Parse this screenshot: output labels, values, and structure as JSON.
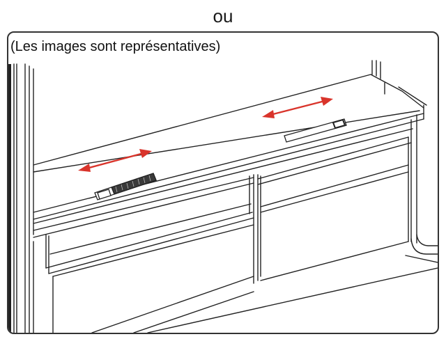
{
  "heading": "ou",
  "caption": "(Les images sont représentatives)",
  "arrow_color": "#d9342b",
  "line_color": "#222222",
  "icons": {
    "left_arrow": "double-headed-arrow",
    "right_arrow": "double-headed-arrow",
    "left_vent": "slider-vent",
    "right_vent": "slider-vent"
  }
}
